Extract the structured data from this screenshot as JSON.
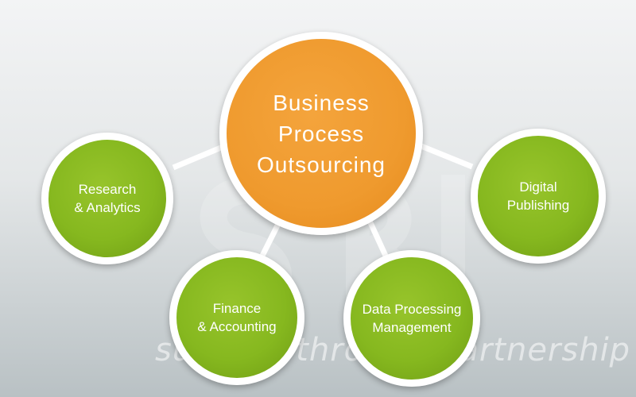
{
  "diagram": {
    "center": {
      "line1": "Business",
      "line2": "Process",
      "line3": "Outsourcing"
    },
    "nodes": [
      {
        "line1": "Research",
        "line2": "& Analytics"
      },
      {
        "line1": "Finance",
        "line2": "& Accounting"
      },
      {
        "line1": "Data Processing",
        "line2": "Management"
      },
      {
        "line1": "Digital",
        "line2": "Publishing"
      }
    ],
    "watermark": {
      "tagline": "success through partnership"
    },
    "colors": {
      "center": "#ef9a2e",
      "nodes": "#86b81f",
      "links": "#ffffff"
    }
  }
}
